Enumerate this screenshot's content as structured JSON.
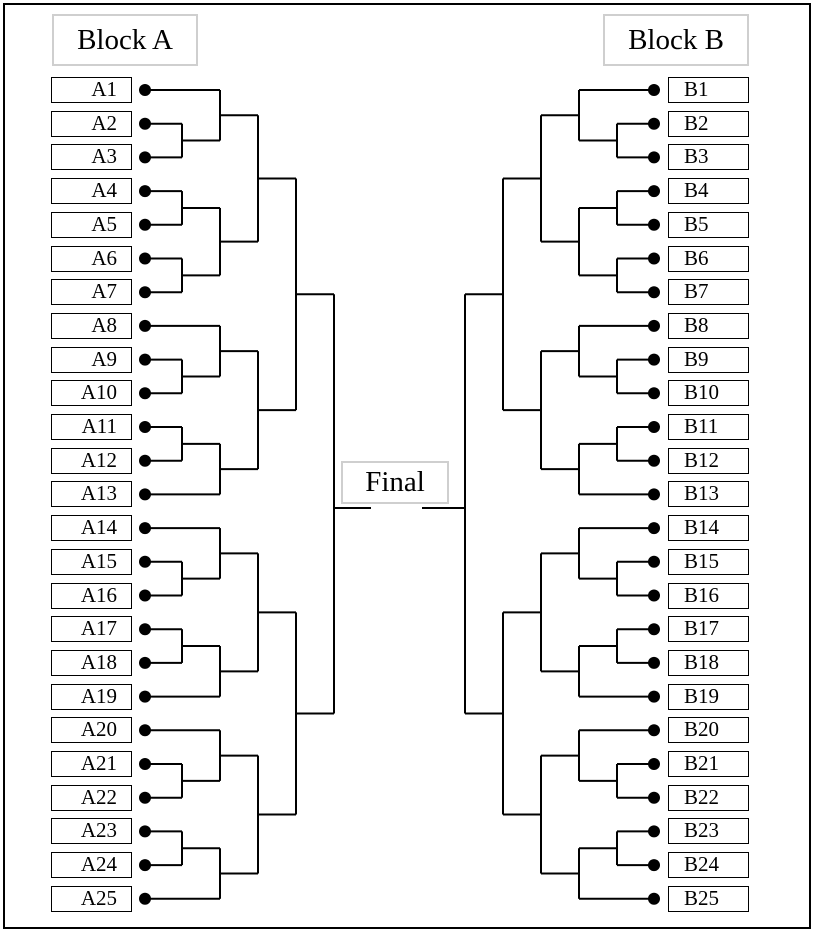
{
  "block_a": {
    "title": "Block A",
    "entries": [
      "A1",
      "A2",
      "A3",
      "A4",
      "A5",
      "A6",
      "A7",
      "A8",
      "A9",
      "A10",
      "A11",
      "A12",
      "A13",
      "A14",
      "A15",
      "A16",
      "A17",
      "A18",
      "A19",
      "A20",
      "A21",
      "A22",
      "A23",
      "A24",
      "A25"
    ]
  },
  "block_b": {
    "title": "Block B",
    "entries": [
      "B1",
      "B2",
      "B3",
      "B4",
      "B5",
      "B6",
      "B7",
      "B8",
      "B9",
      "B10",
      "B11",
      "B12",
      "B13",
      "B14",
      "B15",
      "B16",
      "B17",
      "B18",
      "B19",
      "B20",
      "B21",
      "B22",
      "B23",
      "B24",
      "B25"
    ]
  },
  "final": {
    "label": "Final"
  },
  "colors": {
    "line": "#000000",
    "title_border": "#cfcfcf"
  }
}
